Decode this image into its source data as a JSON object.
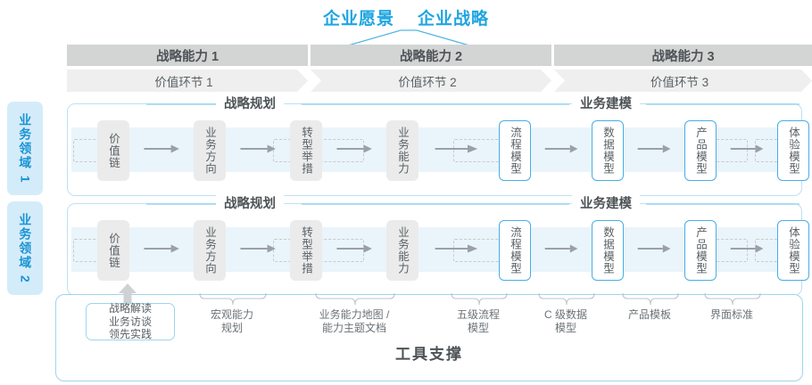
{
  "top": {
    "vision_title": "企业愿景",
    "strategy_title": "企业战略",
    "accent_color": "#1fa5e0"
  },
  "capabilities": [
    {
      "label": "战略能力 1"
    },
    {
      "label": "战略能力 2"
    },
    {
      "label": "战略能力 3"
    }
  ],
  "value_chain": [
    {
      "label": "价值环节 1"
    },
    {
      "label": "价值环节 2"
    },
    {
      "label": "价值环节 3"
    }
  ],
  "domains": [
    {
      "label": "业务领域 1"
    },
    {
      "label": "业务领域 2"
    }
  ],
  "lane_sections": {
    "strategic_planning": "战略规划",
    "business_modeling": "业务建模"
  },
  "nodes": [
    {
      "label": "价值链",
      "style": "gray"
    },
    {
      "label": "业务方向",
      "style": "gray"
    },
    {
      "label": "转型举措",
      "style": "gray"
    },
    {
      "label": "业务能力",
      "style": "gray"
    },
    {
      "label": "流程模型",
      "style": "blue"
    },
    {
      "label": "数据模型",
      "style": "blue"
    },
    {
      "label": "产品模型",
      "style": "blue"
    },
    {
      "label": "体验模型",
      "style": "blue"
    }
  ],
  "tool_support": {
    "title": "工具支撑",
    "labels": [
      {
        "label": "战略解读\n业务访谈\n领先实践",
        "boxed": true
      },
      {
        "label": "宏观能力\n规划",
        "boxed": false
      },
      {
        "label": "业务能力地图 /\n能力主题文档",
        "boxed": false
      },
      {
        "label": "五级流程\n模型",
        "boxed": false
      },
      {
        "label": "C 级数据\n模型",
        "boxed": false
      },
      {
        "label": "产品模板",
        "boxed": false
      },
      {
        "label": "界面标准",
        "boxed": false
      }
    ]
  }
}
